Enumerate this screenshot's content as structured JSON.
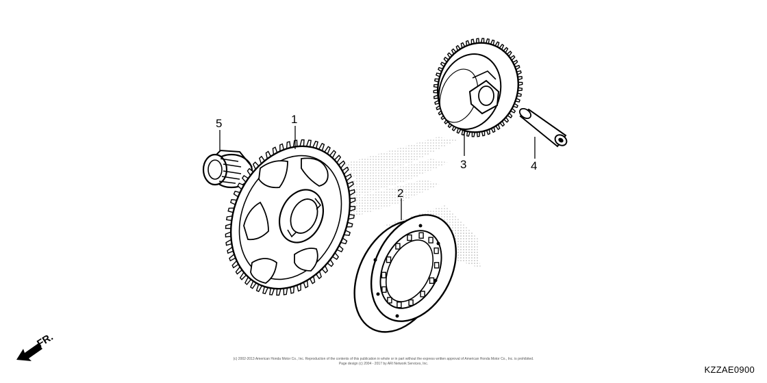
{
  "callouts": {
    "c1": "1",
    "c2": "2",
    "c3": "3",
    "c4": "4",
    "c5": "5"
  },
  "direction": {
    "label": "FR.",
    "icon": "front-arrow-icon"
  },
  "footer": {
    "copyright_line1": "(c) 2002-2013 American Honda Motor Co., Inc. Reproduction of the contents of this publication in whole or in part without the express written approval of American Honda Motor Co., Inc. is prohibited.",
    "copyright_line2": "Page design (c) 2004 - 2017 by ARI Network Services, Inc.",
    "diagram_code": "KZZAE0900"
  },
  "colors": {
    "line": "#000000",
    "watermark": "#bdbdbd"
  }
}
